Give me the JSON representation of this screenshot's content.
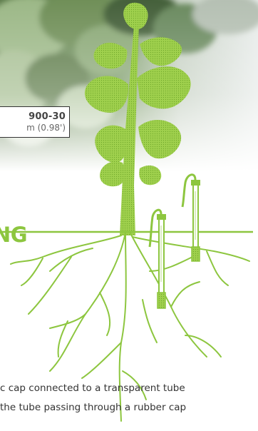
{
  "spec": {
    "model": "900-30",
    "length": "m (0.98')"
  },
  "section": {
    "heading": "NG"
  },
  "description": {
    "line1": "c cap connected to a transparent tube",
    "line2": "the tube passing through a rubber cap"
  },
  "colors": {
    "plant_green": "#8dc63f",
    "foliage_dark": "#4a6b3a",
    "text": "#333333",
    "border": "#333333"
  },
  "icons": {
    "plant": "plant-illustration-icon",
    "probe": "tensiometer-probe-icon",
    "roots": "root-system-icon"
  }
}
